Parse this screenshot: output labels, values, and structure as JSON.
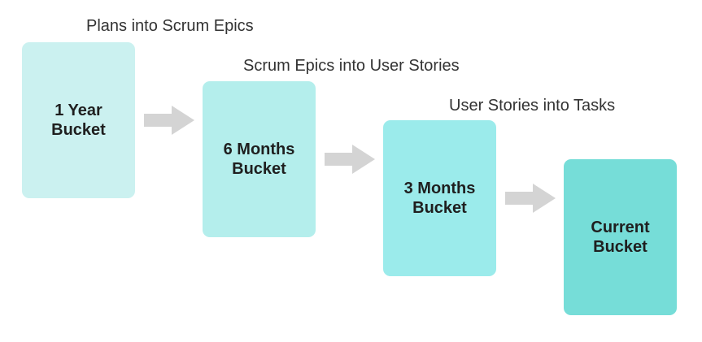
{
  "stages": [
    {
      "caption": "Plans into Scrum Epics",
      "bucket": "1 Year Bucket",
      "color": "#cbf1f0"
    },
    {
      "caption": "Scrum Epics into User Stories",
      "bucket": "6 Months Bucket",
      "color": "#b4eeec"
    },
    {
      "caption": "User Stories into Tasks",
      "bucket": "3 Months Bucket",
      "color": "#9bebeb"
    },
    {
      "caption": "",
      "bucket": "Current Bucket",
      "color": "#76ddd8"
    }
  ],
  "arrow_color": "#d4d4d4"
}
